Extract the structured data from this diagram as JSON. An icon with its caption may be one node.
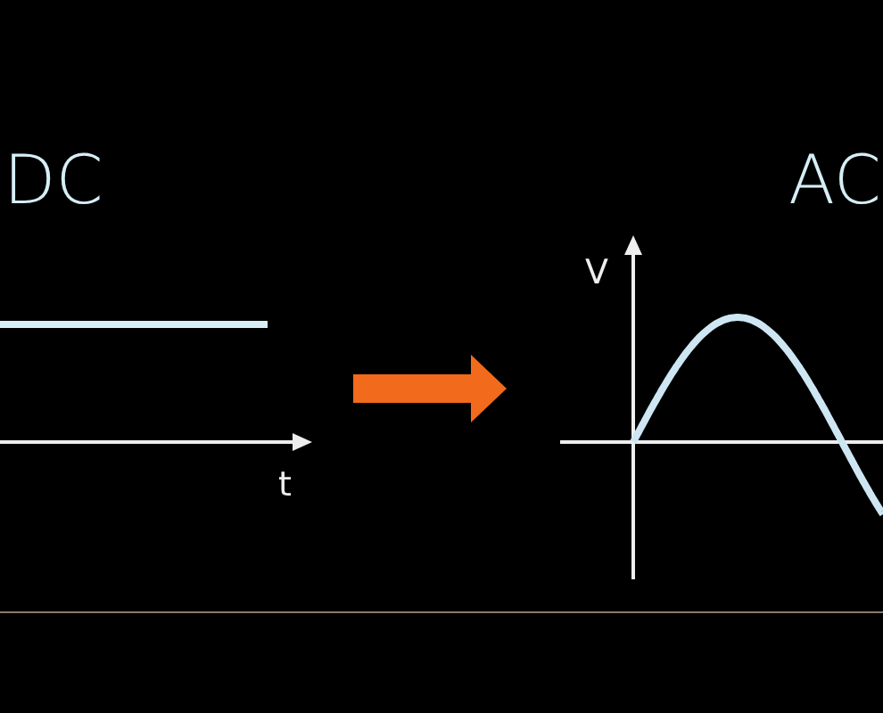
{
  "diagram": {
    "nodes": [
      {
        "text": [
          "DC"
        ]
      },
      {
        "text": [
          "AC"
        ]
      }
    ],
    "edges": [
      {
        "from": 0,
        "to": 1,
        "arrow": "to",
        "color": "#f26a1b"
      }
    ],
    "labels": [
      "t",
      "V"
    ]
  }
}
